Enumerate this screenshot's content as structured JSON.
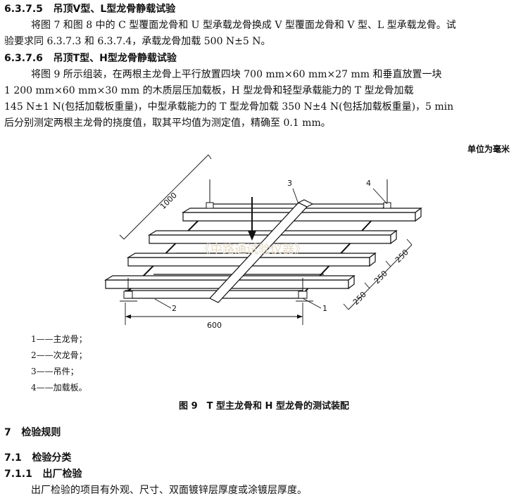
{
  "sections": {
    "s6375": {
      "number": "6.3.7.5",
      "title": "吊顶V型、L型龙骨静载试验"
    },
    "s6375_text": [
      "将图 7 和图 8 中的 C 型覆面龙骨和 U 型承载龙骨换成 V 型覆面龙骨和 V 型、L 型承载龙骨。试",
      "验要求同 6.3.7.3 和 6.3.7.4，承载龙骨加载 500 N±5 N。"
    ],
    "s6376": {
      "number": "6.3.7.6",
      "title": "吊顶T型、H型龙骨静载试验"
    },
    "s6376_text": [
      "将图 9 所示组装，在两根主龙骨上平行放置四块 700 mm×60 mm×27 mm 和垂直放置一块",
      "1 200 mm×60 mm×30 mm 的木质层压加载板，H 型龙骨和轻型承载能力的 T 型龙骨加载",
      "145 N±1 N(包括加载板重量)，中型承载能力的 T 型龙骨加载 350 N±4 N(包括加载板重量)，5 min",
      "后分别测定两根主龙骨的挠度值，取其平均值为测定值，精确至 0.1 mm。"
    ],
    "s7": {
      "number": "7",
      "title": "检验规则"
    },
    "s71": {
      "number": "7.1",
      "title": "检验分类"
    },
    "s711": {
      "number": "7.1.1",
      "title": "出厂检验"
    },
    "s711_text": "出厂检验的项目有外观、尺寸、双面镀锌层厚度或涂镀层厚度。"
  },
  "figure": {
    "unit_note": "单位为毫米",
    "dims": {
      "d1000": "1000",
      "d600": "600",
      "d250a": "250",
      "d250b": "250",
      "d250c": "250"
    },
    "callouts": {
      "c1": "1",
      "c2": "2",
      "c3": "3",
      "c4": "4"
    },
    "watermark": "《中路通试验仪器》",
    "legend": [
      "1——主龙骨；",
      "2——次龙骨；",
      "3——吊件；",
      "4——加载板。"
    ],
    "caption": "图 9　T 型主龙骨和 H 型龙骨的测试装配"
  }
}
